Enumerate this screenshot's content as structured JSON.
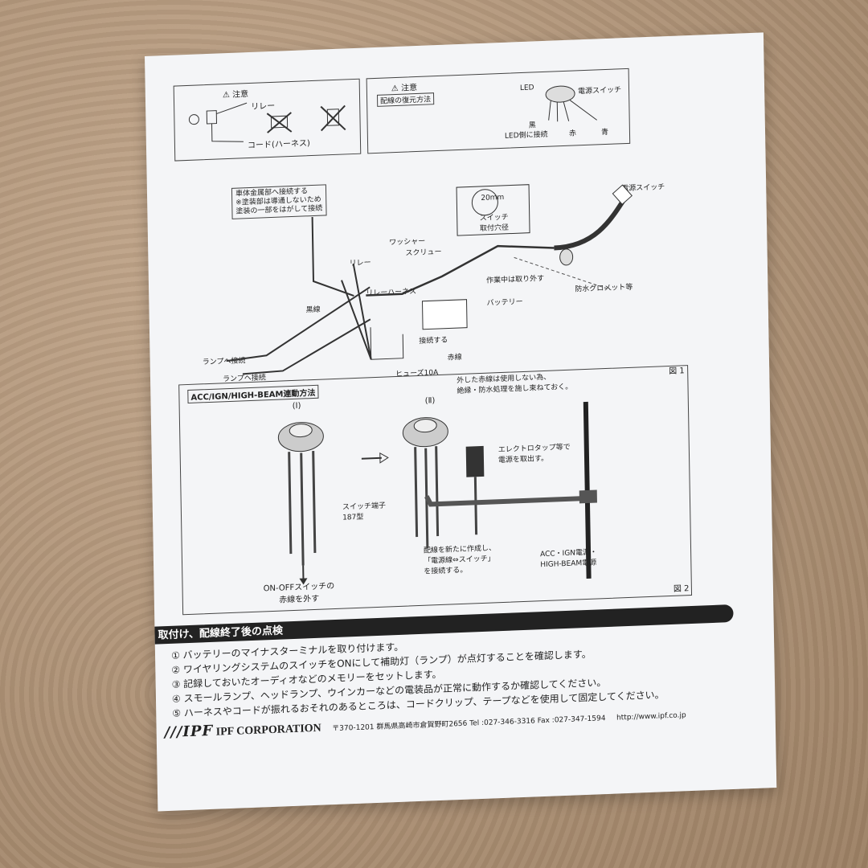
{
  "caution_box_1": {
    "title": "注意",
    "relay": "リレー",
    "cord": "コード(ハーネス)"
  },
  "caution_box_2": {
    "title": "注意",
    "subtitle": "配線の復元方法",
    "led": "LED",
    "power_switch": "電源スイッチ",
    "black": "黒",
    "led_side": "LED側に接続",
    "red": "赤",
    "blue": "青"
  },
  "fig1": {
    "ground_note": "車体金属部へ接続する\n※塗装部は導通しないため\n塗装の一部をはがして接続",
    "washer": "ワッシャー",
    "screw": "スクリュー",
    "relay": "リレー",
    "relay_harness": "リレーハーネス",
    "black_wire": "黒線",
    "to_lamp_1": "ランプへ接続",
    "to_lamp_2": "ランプへ接続",
    "connect": "接続する",
    "red_wire": "赤線",
    "fuse": "ヒューズ10A",
    "battery": "バッテリー",
    "remove_during_work": "作業中は取り外す",
    "grommet": "防水グロメット等",
    "power_switch": "電源スイッチ",
    "hole_size": "20mm",
    "hole_label": "スイッチ\n取付穴径",
    "label": "図 1"
  },
  "fig2": {
    "title": "ACC/IGN/HIGH-BEAM連動方法",
    "step1": "(Ⅰ)",
    "step2": "(Ⅱ)",
    "remove_red": "ON-OFFスイッチの\n赤線を外す",
    "terminal": "スイッチ端子\n187型",
    "unused_red": "外した赤線は使用しない為、\n絶縁・防水処理を施し束ねておく。",
    "tap": "エレクトロタップ等で\n電源を取出す。",
    "new_wire": "配線を新たに作成し、\n「電源線⇔スイッチ」\nを接続する。",
    "power_src": "ACC・IGN電源・\nHIGH-BEAM電源",
    "label": "図 2"
  },
  "check": {
    "title": "取付け、配線終了後の点検",
    "items": [
      "① バッテリーのマイナスターミナルを取り付けます。",
      "② ワイヤリングシステムのスイッチをONにして補助灯（ランプ）が点灯することを確認します。",
      "③ 記録しておいたオーディオなどのメモリーをセットします。",
      "④ スモールランプ、ヘッドランプ、ウインカーなどの電装品が正常に動作するか確認してください。",
      "⑤ ハーネスやコードが振れるおそれのあるところは、コードクリップ、テープなどを使用して固定してください。"
    ]
  },
  "footer": {
    "logo": "IPF",
    "corp": "IPF CORPORATION",
    "address": "〒370-1201 群馬県高崎市倉賀野町2656 Tel :027-346-3316  Fax :027-347-1594",
    "url": "http://www.ipf.co.jp"
  }
}
